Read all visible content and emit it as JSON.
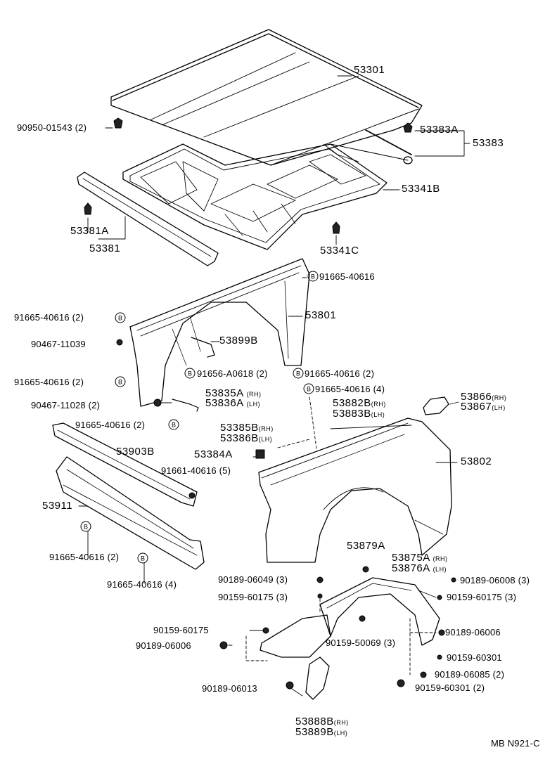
{
  "diagram_code": "MB N921-C",
  "labels": {
    "p53301": "53301",
    "p90950": "90950-01543 (2)",
    "p53383A": "53383A",
    "p53383": "53383",
    "p53341B": "53341B",
    "p53381A": "53381A",
    "p53381": "53381",
    "p53341C": "53341C",
    "p91665_1": "91665-40616",
    "p91665_2": "91665-40616 (2)",
    "p53801": "53801",
    "p90467_1": "90467-11039",
    "p53899B": "53899B",
    "p91656": "91656-A0618 (2)",
    "p91665_3": "91665-40616 (2)",
    "p91665_4": "91665-40616 (2)",
    "p91665_5": "91665-40616 (4)",
    "p53835A": "53835A",
    "p53836A": "53836A",
    "p90467_2": "90467-11028 (2)",
    "p53866": "53866",
    "p53867": "53867",
    "p53882B": "53882B",
    "p53883B": "53883B",
    "p91665_6": "91665-40616 (2)",
    "p53385B": "53385B",
    "p53386B": "53386B",
    "p53903B": "53903B",
    "p53384A": "53384A",
    "p53802": "53802",
    "p91661": "91661-40616 (5)",
    "p53911": "53911",
    "p91665_7": "91665-40616 (2)",
    "p91665_8": "91665-40616 (4)",
    "p53879A": "53879A",
    "p53875A": "53875A",
    "p53876A": "53876A",
    "p90189_1": "90189-06049 (3)",
    "p90189_2": "90189-06008 (3)",
    "p90159_1": "90159-60175 (3)",
    "p90159_2": "90159-60175 (3)",
    "p90159_3": "90159-60175",
    "p90189_3": "90189-06006",
    "p90159_4": "90159-50069 (3)",
    "p90189_4": "90189-06006",
    "p90159_5": "90159-60301",
    "p90189_5": "90189-06085 (2)",
    "p90189_6": "90189-06013",
    "p90159_6": "90159-60301 (2)",
    "p53888B": "53888B",
    "p53889B": "53889B"
  },
  "side_rh": "(RH)",
  "side_lh": "(LH)",
  "b_mark": "B"
}
